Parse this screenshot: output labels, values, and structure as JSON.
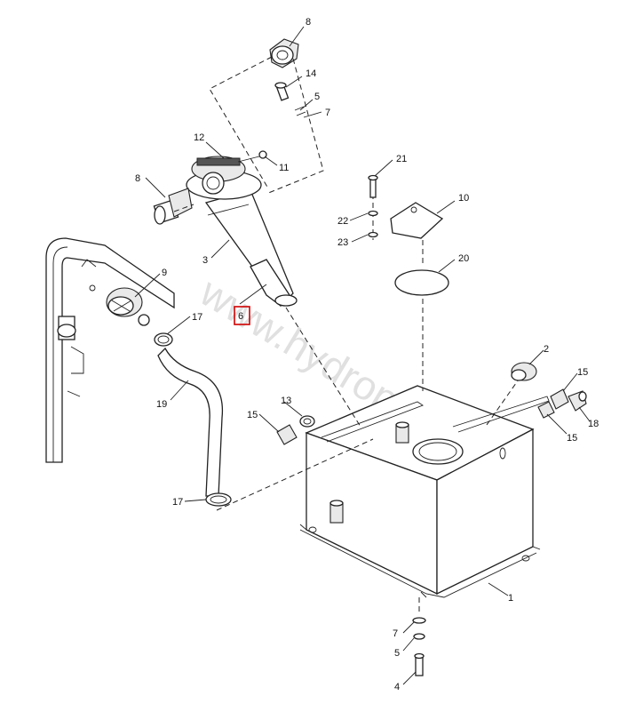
{
  "watermark": "www.hydrop.su",
  "highlighted_callout": "6",
  "callouts": {
    "c8a": "8",
    "c14": "14",
    "c5a": "5",
    "c7a": "7",
    "c12": "12",
    "c11": "11",
    "c8b": "8",
    "c3": "3",
    "c6": "6",
    "c9": "9",
    "c17a": "17",
    "c19": "19",
    "c17b": "17",
    "c21": "21",
    "c10": "10",
    "c22": "22",
    "c23": "23",
    "c20": "20",
    "c2": "2",
    "c15a": "15",
    "c13": "13",
    "c15b": "15",
    "c18": "18",
    "c15c": "15",
    "c1": "1",
    "c7b": "7",
    "c5b": "5",
    "c4": "4"
  },
  "colors": {
    "line": "#222222",
    "highlight": "#d10000",
    "watermark": "#c8c8c8"
  }
}
